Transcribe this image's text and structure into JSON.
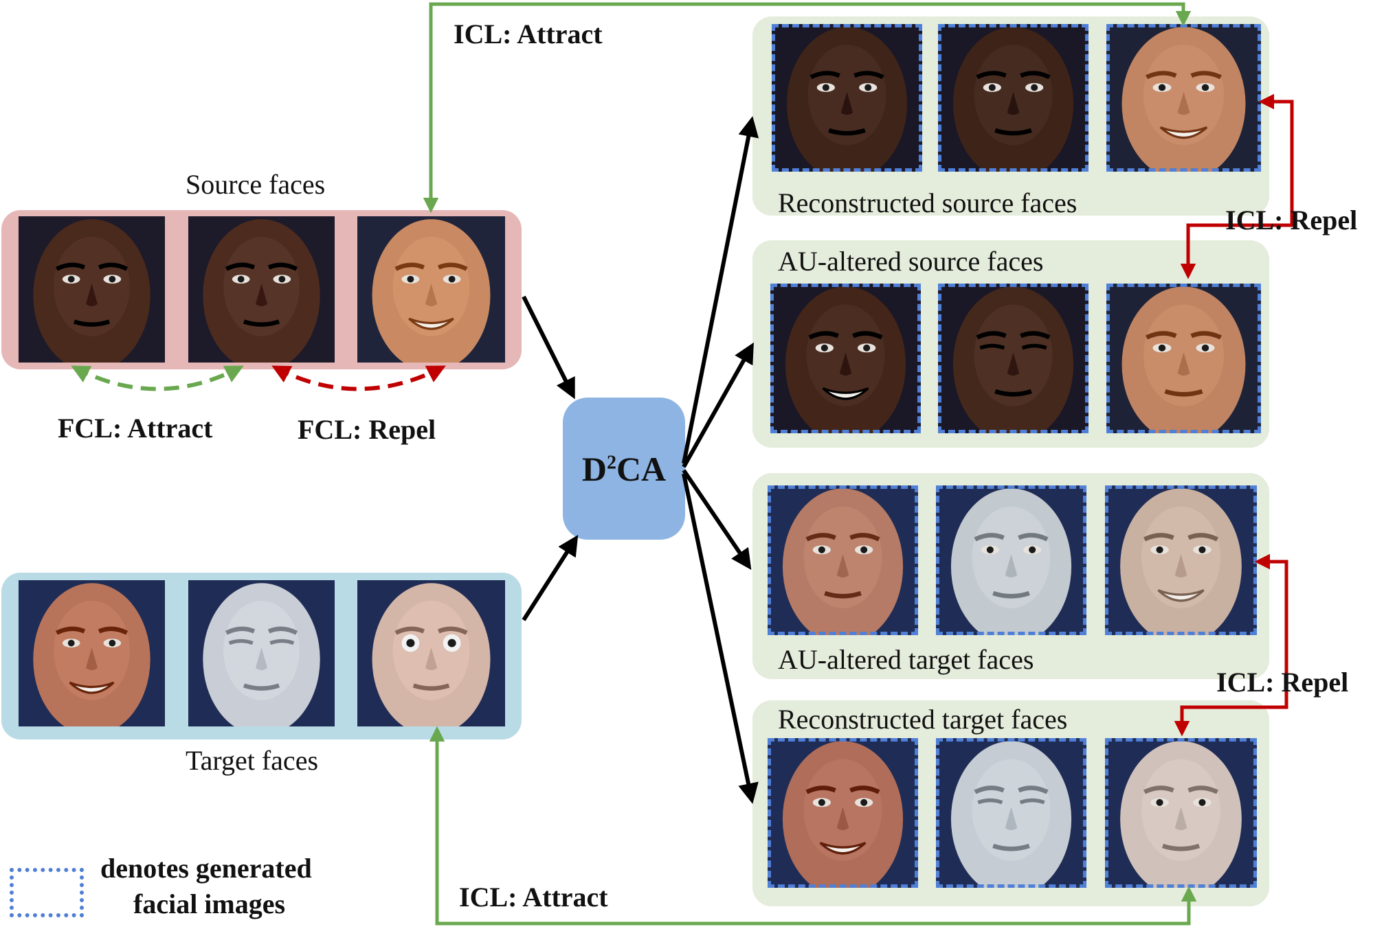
{
  "colors": {
    "source_group": "#e6b7b7",
    "target_group": "#b9dbe6",
    "generated_group": "#e4ecdb",
    "d2ca_box": "#8eb4e3",
    "attract": "#6aa84f",
    "repel": "#c00000",
    "fcl_attract": "#6aa84f",
    "generated_border": "#4f7fd6",
    "flow_arrow": "#000000"
  },
  "center": {
    "label": "D",
    "superscript": "2",
    "suffix": "CA"
  },
  "groups": {
    "source": {
      "caption": "Source faces"
    },
    "target": {
      "caption": "Target faces"
    },
    "reconstructed_source": {
      "caption": "Reconstructed source faces"
    },
    "altered_source": {
      "caption": "AU-altered source faces"
    },
    "altered_target": {
      "caption": "AU-altered target faces"
    },
    "reconstructed_target": {
      "caption": "Reconstructed target faces"
    }
  },
  "losses": {
    "icl_attract_top": "ICL: Attract",
    "icl_attract_bottom": "ICL: Attract",
    "icl_repel_top": "ICL: Repel",
    "icl_repel_bottom": "ICL: Repel",
    "fcl_attract": "FCL: Attract",
    "fcl_repel": "FCL: Repel"
  },
  "legend": {
    "line1": "denotes generated",
    "line2": "facial images"
  },
  "faces": {
    "source": [
      {
        "skin": "#4a2a1d",
        "bg": "#1d1a2a",
        "expression": "neutral"
      },
      {
        "skin": "#4d2c1f",
        "bg": "#1d1a2a",
        "expression": "neutral"
      },
      {
        "skin": "#c98a63",
        "bg": "#20243a",
        "expression": "smile"
      }
    ],
    "target": [
      {
        "skin": "#b8745a",
        "bg": "#1f2c55",
        "expression": "smile"
      },
      {
        "skin": "#c9ced6",
        "bg": "#1f2c55",
        "expression": "squint"
      },
      {
        "skin": "#d4b6a8",
        "bg": "#1f2c55",
        "expression": "surprise"
      }
    ],
    "reconstructed_source": [
      {
        "skin": "#3f2419",
        "bg": "#1a1726",
        "expression": "neutral"
      },
      {
        "skin": "#3e2318",
        "bg": "#1a1726",
        "expression": "neutral"
      },
      {
        "skin": "#c28563",
        "bg": "#1e2236",
        "expression": "smile"
      }
    ],
    "altered_source": [
      {
        "skin": "#432619",
        "bg": "#1a1726",
        "expression": "smile"
      },
      {
        "skin": "#45281c",
        "bg": "#1a1726",
        "expression": "squint"
      },
      {
        "skin": "#c08462",
        "bg": "#1e2236",
        "expression": "neutral"
      }
    ],
    "altered_target": [
      {
        "skin": "#b57b66",
        "bg": "#1f2c55",
        "expression": "neutral"
      },
      {
        "skin": "#c3cacf",
        "bg": "#1f2c55",
        "expression": "neutral"
      },
      {
        "skin": "#c9b1a2",
        "bg": "#1f2c55",
        "expression": "smile"
      }
    ],
    "reconstructed_target": [
      {
        "skin": "#b06d59",
        "bg": "#1f2c55",
        "expression": "smile"
      },
      {
        "skin": "#c5ccd3",
        "bg": "#1f2c55",
        "expression": "squint"
      },
      {
        "skin": "#d0c2bb",
        "bg": "#1f2c55",
        "expression": "neutral"
      }
    ]
  }
}
